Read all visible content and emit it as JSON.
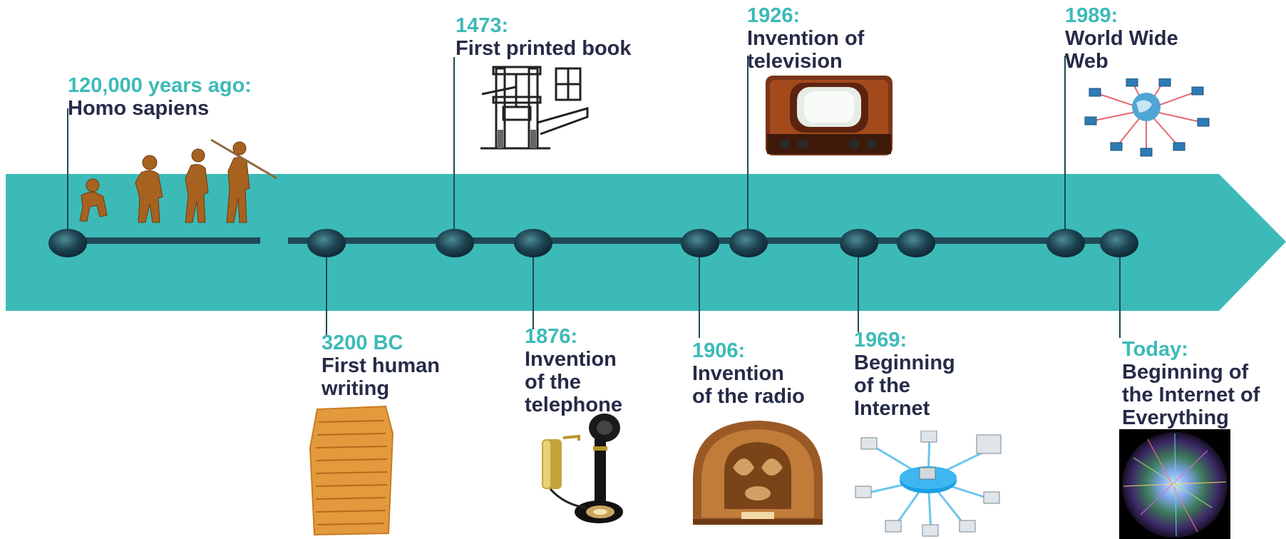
{
  "colors": {
    "band": "#3cbab8",
    "axis": "#1e4a55",
    "year": "#3cbab8",
    "description": "#262b48"
  },
  "events": [
    {
      "id": "homo-sapiens",
      "year": "120,000 years ago:",
      "lines": [
        "Homo sapiens"
      ],
      "icon": "human-evolution-icon"
    },
    {
      "id": "writing",
      "year": "3200 BC",
      "lines": [
        "First human",
        "writing"
      ],
      "icon": "clay-tablet-icon"
    },
    {
      "id": "printed-book",
      "year": "1473:",
      "lines": [
        "First printed book"
      ],
      "icon": "printing-press-icon"
    },
    {
      "id": "telephone",
      "year": "1876:",
      "lines": [
        "Invention",
        "of the",
        "telephone"
      ],
      "icon": "candlestick-telephone-icon"
    },
    {
      "id": "radio",
      "year": "1906:",
      "lines": [
        "Invention",
        "of the radio"
      ],
      "icon": "vintage-radio-icon"
    },
    {
      "id": "television",
      "year": "1926:",
      "lines": [
        "Invention of",
        "television"
      ],
      "icon": "vintage-television-icon"
    },
    {
      "id": "internet",
      "year": "1969:",
      "lines": [
        "Beginning",
        "of the",
        "Internet"
      ],
      "icon": "computer-network-icon"
    },
    {
      "id": "www",
      "year": "1989:",
      "lines": [
        "World Wide",
        "Web"
      ],
      "icon": "globe-network-icon"
    },
    {
      "id": "ioe",
      "year": "Today:",
      "lines": [
        "Beginning of",
        "the Internet of",
        "Everything"
      ],
      "icon": "internet-map-icon"
    }
  ]
}
